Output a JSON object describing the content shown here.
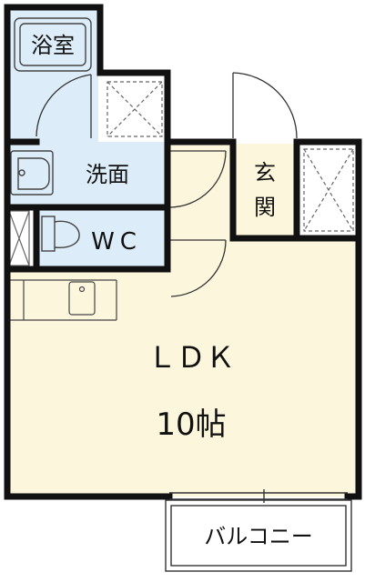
{
  "colors": {
    "wall": "#111111",
    "blue_room": "#dcecf8",
    "ldk_floor": "#fbf6dc",
    "closet_floor": "#ffffff",
    "line": "#333333"
  },
  "rooms": {
    "bath": "浴室",
    "washroom": "洗面",
    "wc": "WC",
    "entrance": "玄関",
    "ldk": "ＬＤＫ",
    "ldk_size": "10帖",
    "balcony": "バルコニー"
  },
  "icons": [
    "bathtub-icon",
    "wash-basin-icon",
    "toilet-icon",
    "kitchen-sink-icon",
    "door-swing-icon",
    "closet-cross-icon"
  ]
}
